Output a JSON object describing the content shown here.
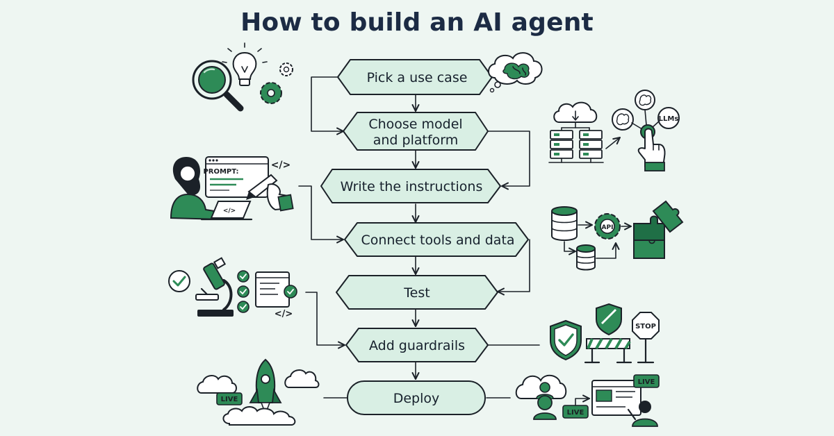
{
  "title": "How to build an AI agent",
  "steps": [
    {
      "label": "Pick a use case"
    },
    {
      "label_line1": "Choose model",
      "label_line2": "and platform"
    },
    {
      "label": "Write the instructions"
    },
    {
      "label": "Connect tools and data"
    },
    {
      "label": "Test"
    },
    {
      "label": "Add guardrails"
    },
    {
      "label": "Deploy"
    }
  ],
  "icon_labels": {
    "prompt": "PROMPT:",
    "code_tag": "</>",
    "llms": "LLMs",
    "api": "API",
    "stop": "STOP",
    "live": "LIVE"
  },
  "colors": {
    "background": "#eef6f2",
    "step_fill": "#d9efe4",
    "accent_green": "#2e8b57",
    "dark_green": "#1f6f46",
    "outline": "#1b2128",
    "title": "#1c2b44"
  }
}
